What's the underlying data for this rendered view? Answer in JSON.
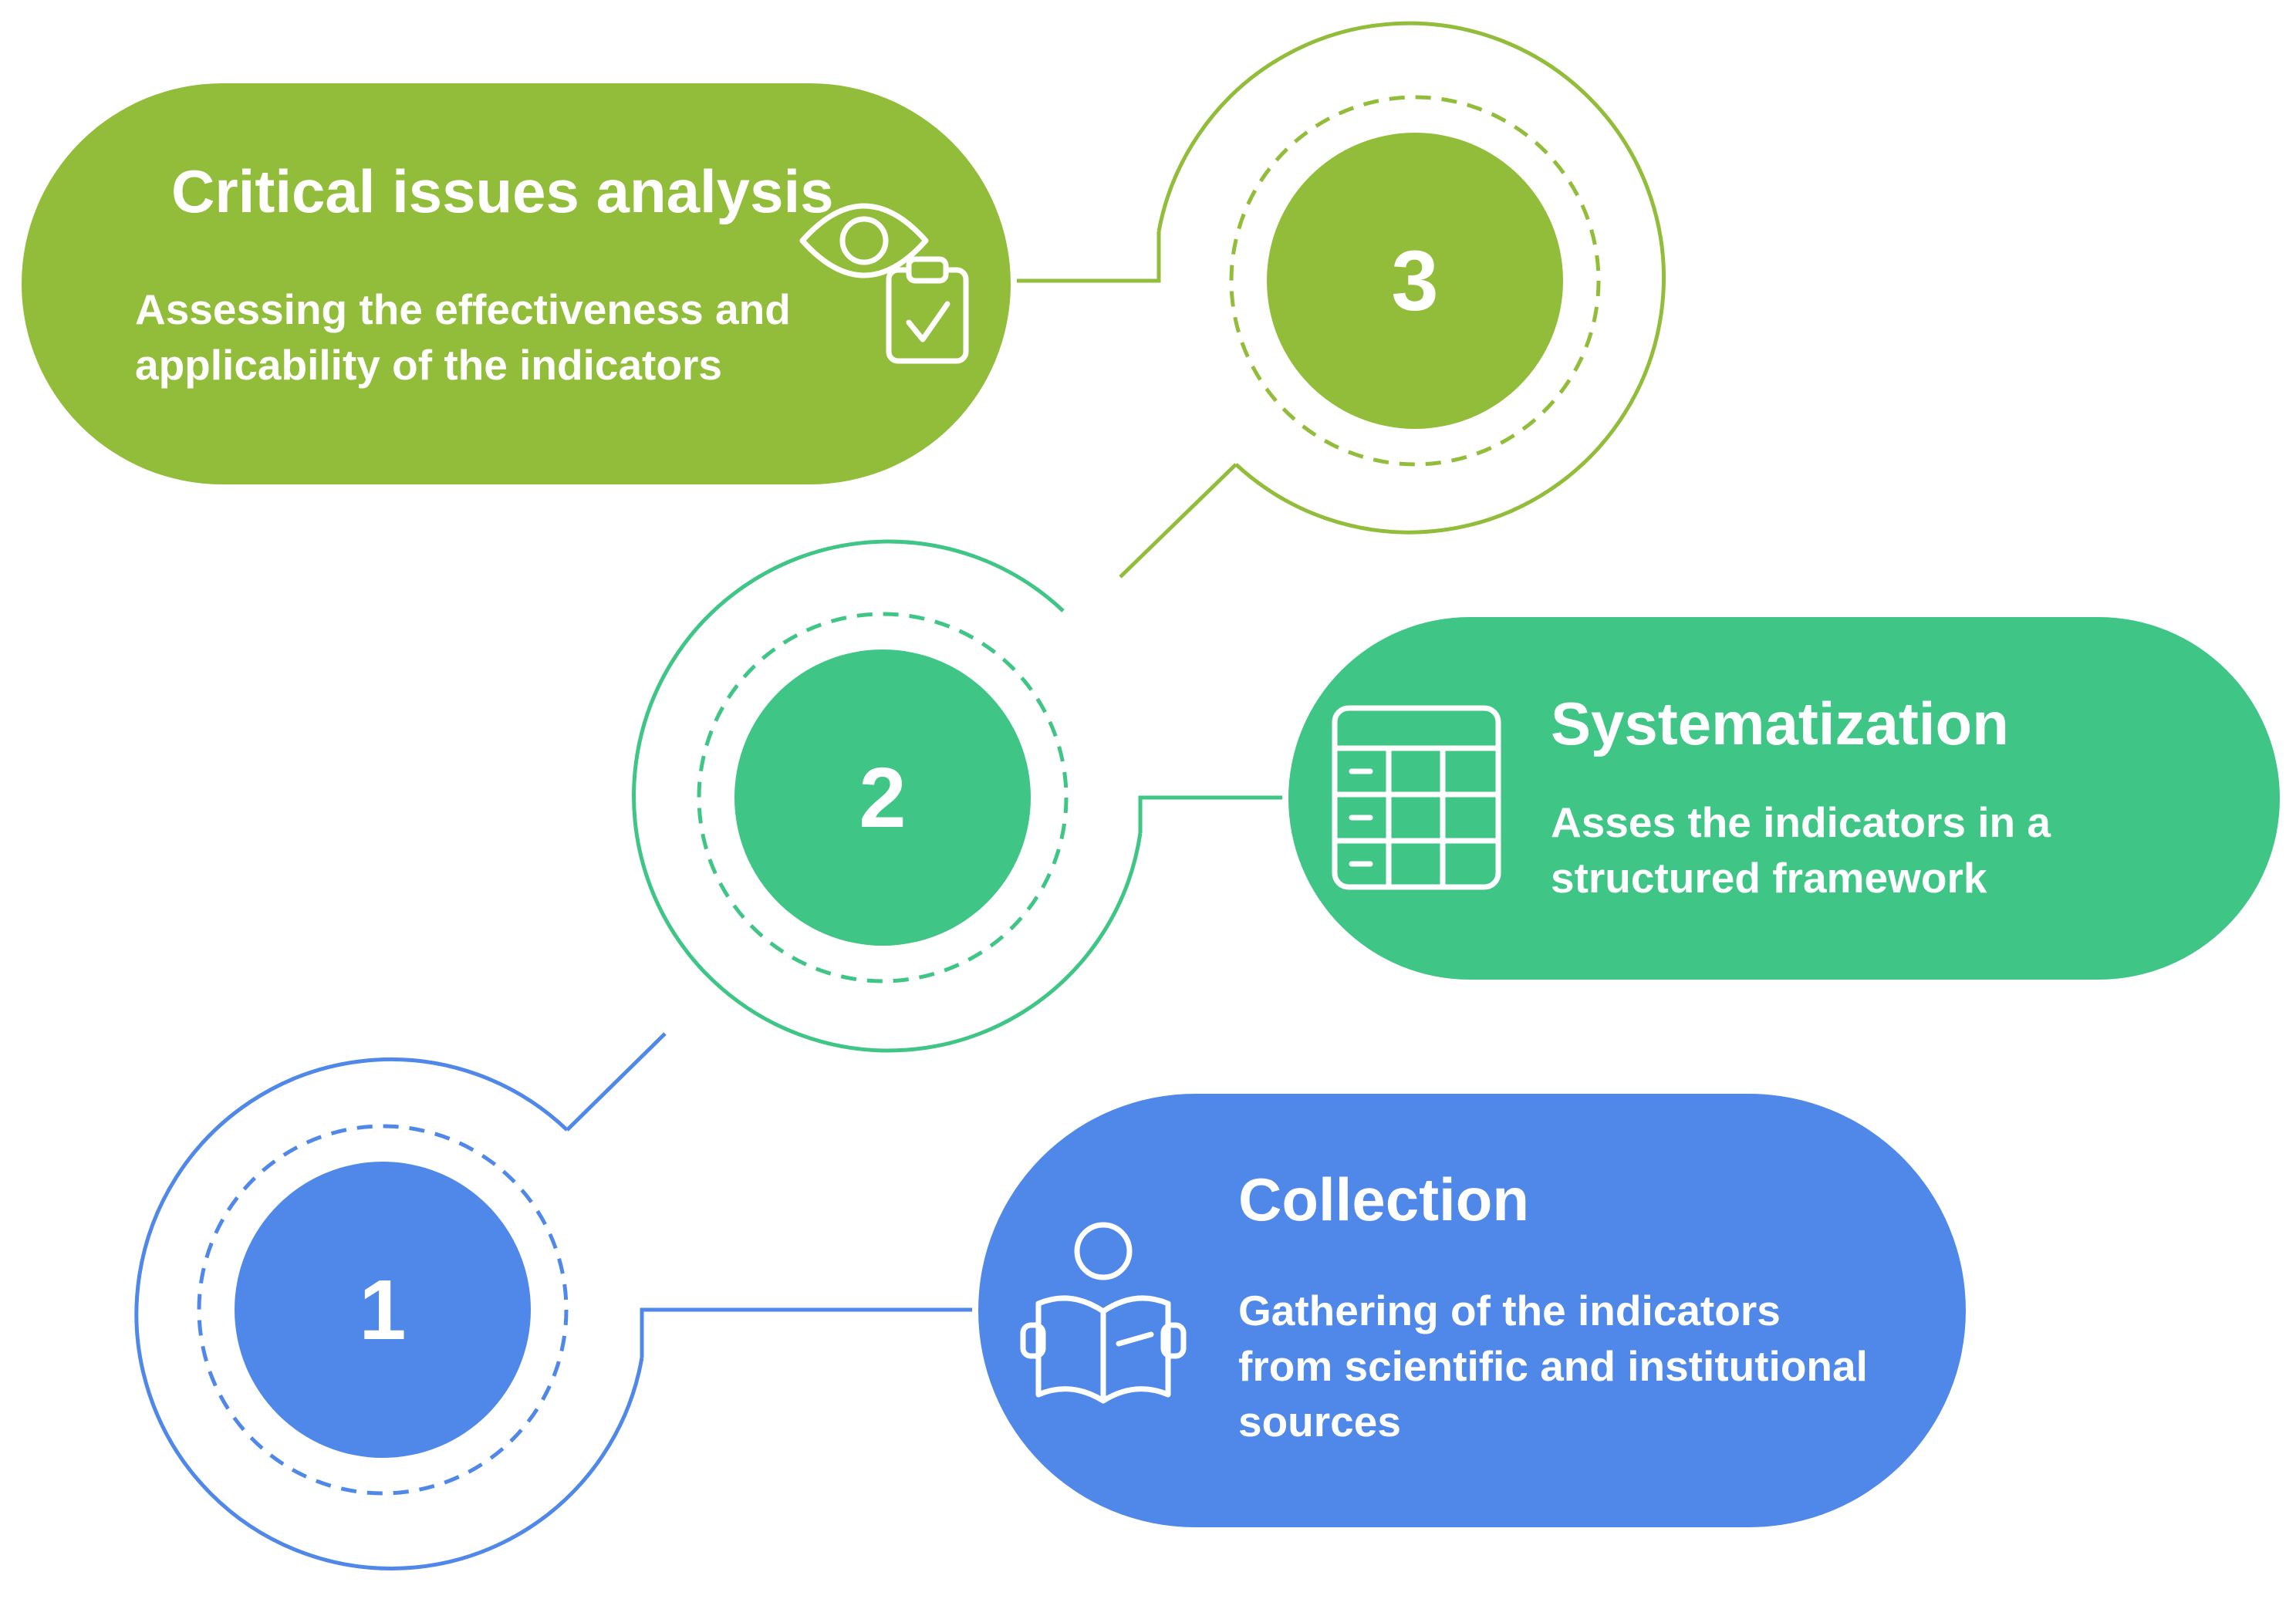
{
  "colors": {
    "step1": "#4f88e8",
    "step2": "#3fc585",
    "step3": "#92bd3a",
    "text": "#ffffff",
    "background": "#ffffff"
  },
  "steps": [
    {
      "number": "1",
      "title": "Collection",
      "description_lines": [
        "Gathering of the indicators",
        "from scientific and institutional",
        "sources"
      ],
      "icon": "reading-person-icon"
    },
    {
      "number": "2",
      "title": "Systematization",
      "description_lines": [
        "Asses the indicators in a",
        "structured framework"
      ],
      "icon": "table-grid-icon"
    },
    {
      "number": "3",
      "title": "Critical issues analysis",
      "description_lines": [
        "Assessing the effectiveness and",
        "applicability of the indicators"
      ],
      "icon": "eye-clipboard-icon"
    }
  ]
}
